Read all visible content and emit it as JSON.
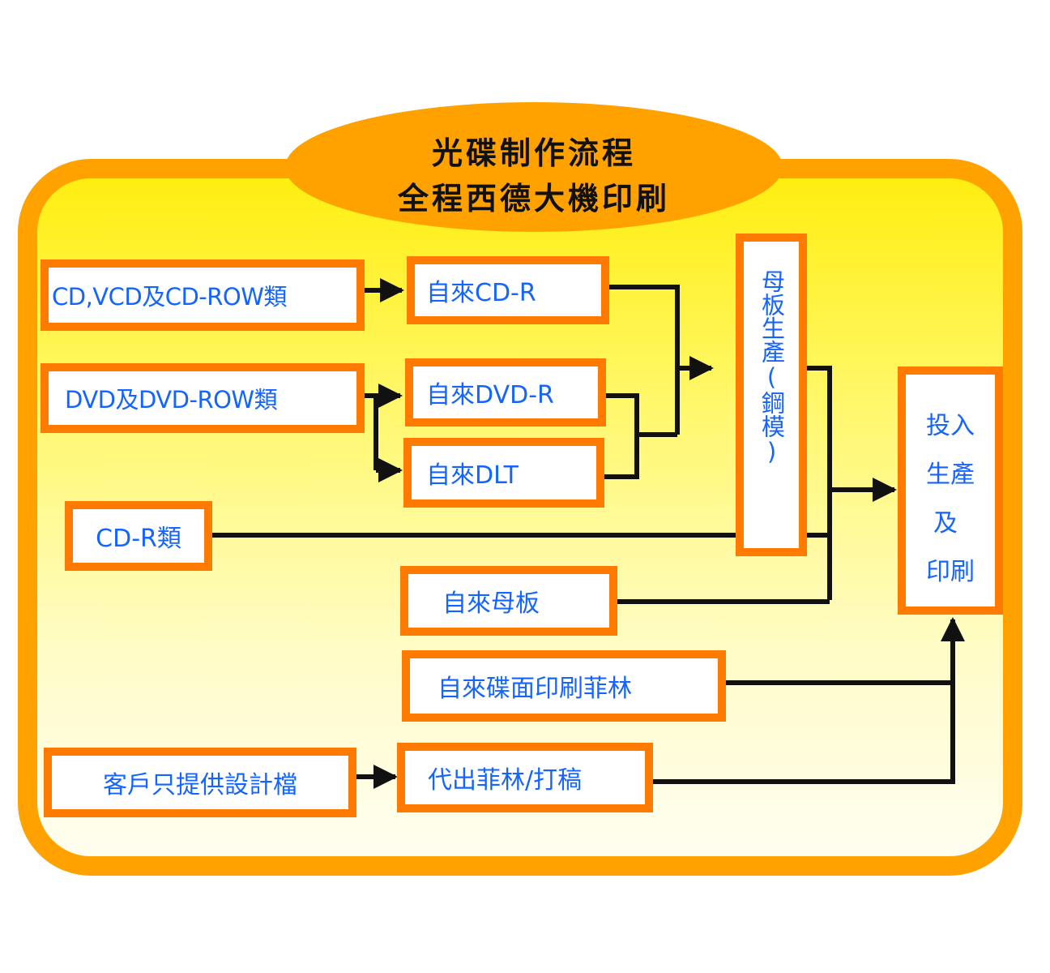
{
  "title": {
    "line1": "光碟制作流程",
    "line2": "全程西德大機印刷"
  },
  "nodes": {
    "cd_vcd": "CD,VCD及CD-ROW類",
    "dvd": "DVD及DVD-ROW類",
    "cdr_type": "CD-R類",
    "client": "客戶只提供設計檔",
    "self_cdr": "自來CD-R",
    "self_dvdr": "自來DVD-R",
    "self_dlt": "自來DLT",
    "self_master": "自來母板",
    "self_print_film": "自來碟面印刷菲林",
    "film_proof": "代出菲林/打稿",
    "master_production": "母板生產(鋼模)",
    "production_lines": [
      "投入",
      "生產",
      "及",
      "印刷"
    ]
  },
  "colors": {
    "frame": "#ffa200",
    "node_border": "#ff7a00",
    "node_text": "#1464ff",
    "connector": "#111111"
  }
}
